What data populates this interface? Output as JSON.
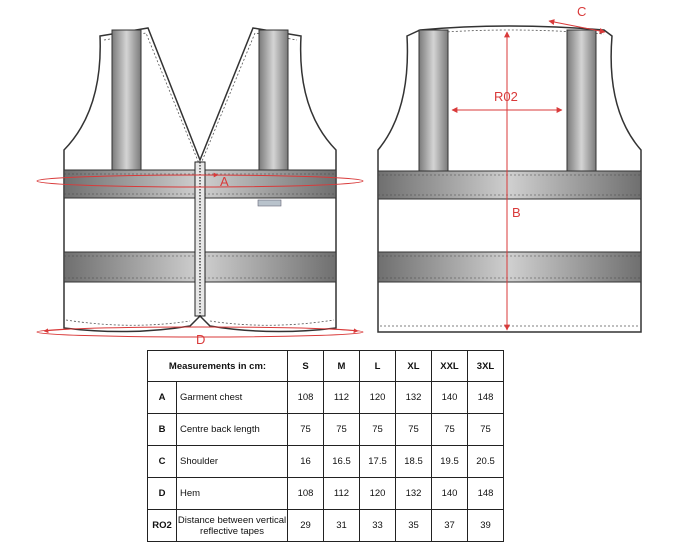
{
  "diagram": {
    "label_a": "A",
    "label_b": "B",
    "label_c": "C",
    "label_d": "D",
    "label_r02": "R02"
  },
  "colors": {
    "measure_red": "#d93a3a",
    "tape_grey": "#8a8a8a",
    "outline": "#333333"
  },
  "table": {
    "header": "Measurements in cm:",
    "sizes": [
      "S",
      "M",
      "L",
      "XL",
      "XXL",
      "3XL"
    ],
    "rows": [
      {
        "code": "A",
        "label": "Garment chest",
        "values": [
          "108",
          "112",
          "120",
          "132",
          "140",
          "148"
        ]
      },
      {
        "code": "B",
        "label": "Centre back length",
        "values": [
          "75",
          "75",
          "75",
          "75",
          "75",
          "75"
        ]
      },
      {
        "code": "C",
        "label": "Shoulder",
        "values": [
          "16",
          "16.5",
          "17.5",
          "18.5",
          "19.5",
          "20.5"
        ]
      },
      {
        "code": "D",
        "label": "Hem",
        "values": [
          "108",
          "112",
          "120",
          "132",
          "140",
          "148"
        ]
      },
      {
        "code": "RO2",
        "label": "Distance between vertical reflective tapes",
        "values": [
          "29",
          "31",
          "33",
          "35",
          "37",
          "39"
        ]
      }
    ]
  }
}
